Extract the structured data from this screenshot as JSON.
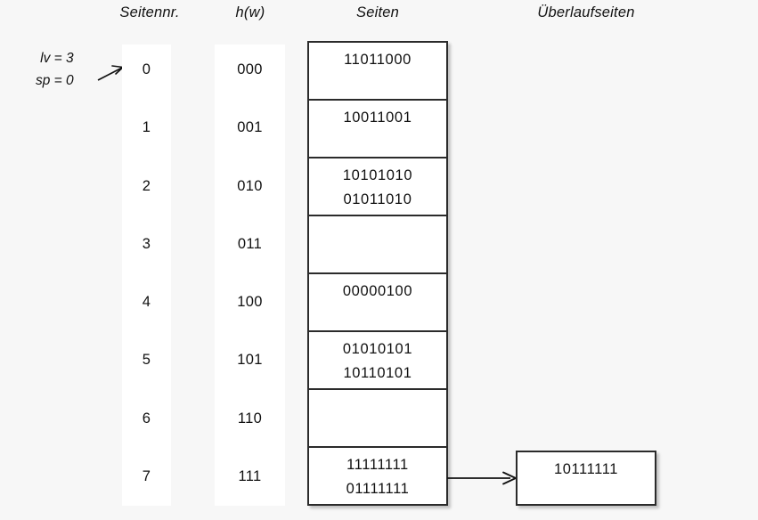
{
  "headers": {
    "seitennr": "Seitennr.",
    "hw": "h(w)",
    "seiten": "Seiten",
    "ueberlaufseiten": "Überlaufseiten"
  },
  "params": {
    "lv": "lv = 3",
    "sp": "sp = 0",
    "arrow_icon": "arrow-right-icon"
  },
  "colors": {
    "page_background": "#f7f7f7",
    "strip_background": "#ffffff",
    "border": "#2b2b2b",
    "text": "#111111"
  },
  "rows": [
    {
      "seitennr": "0",
      "hw": "000",
      "entries": [
        "11011000"
      ]
    },
    {
      "seitennr": "1",
      "hw": "001",
      "entries": [
        "10011001"
      ]
    },
    {
      "seitennr": "2",
      "hw": "010",
      "entries": [
        "10101010",
        "01011010"
      ]
    },
    {
      "seitennr": "3",
      "hw": "011",
      "entries": []
    },
    {
      "seitennr": "4",
      "hw": "100",
      "entries": [
        "00000100"
      ]
    },
    {
      "seitennr": "5",
      "hw": "101",
      "entries": [
        "01010101",
        "10110101"
      ]
    },
    {
      "seitennr": "6",
      "hw": "110",
      "entries": []
    },
    {
      "seitennr": "7",
      "hw": "111",
      "entries": [
        "11111111",
        "01111111"
      ]
    }
  ],
  "overflow": {
    "entries": [
      "10111111"
    ],
    "arrow_icon": "arrow-right-icon",
    "from_row": "7"
  }
}
